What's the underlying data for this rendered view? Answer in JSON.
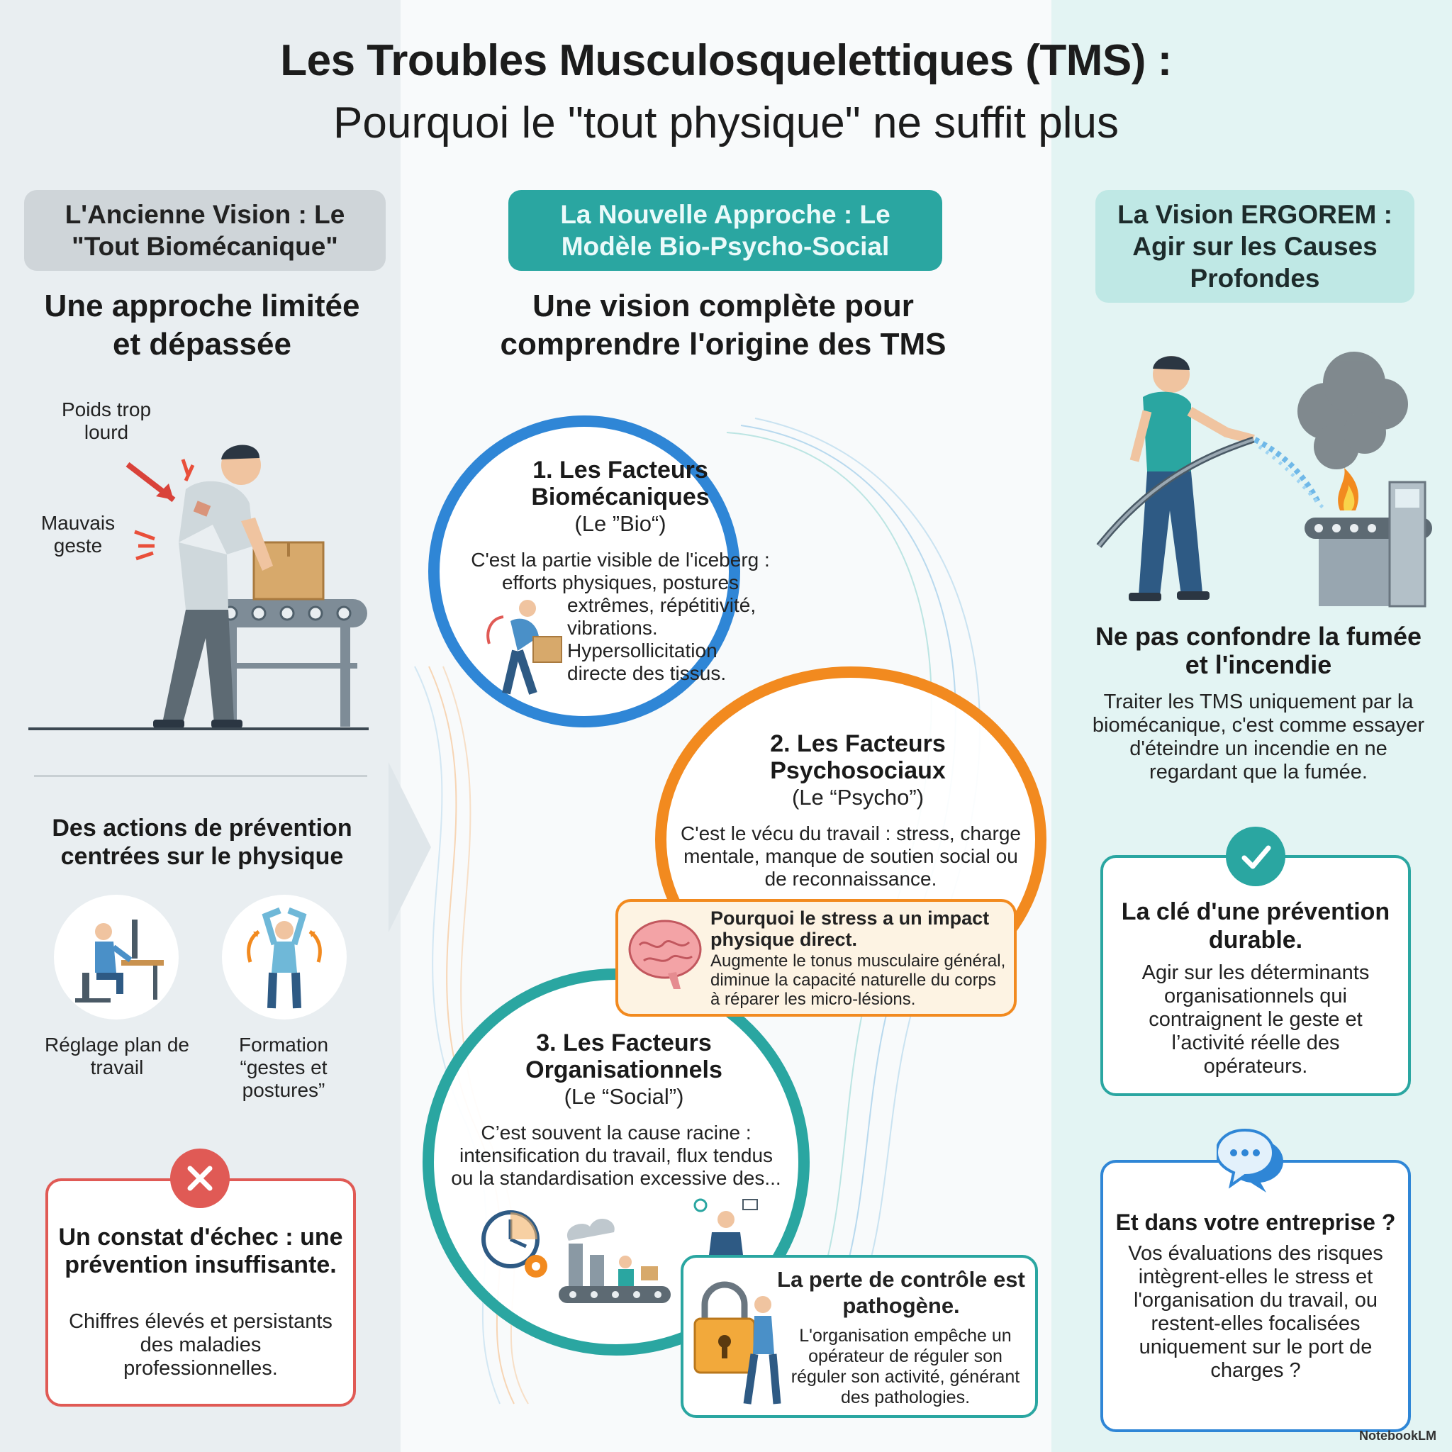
{
  "header": {
    "title": "Les Troubles Musculosquelettiques (TMS) :",
    "subtitle": "Pourquoi le \"tout physique\" ne suffit plus"
  },
  "left": {
    "pill": "L'Ancienne Vision : Le \"Tout Biomécanique\"",
    "heading": "Une approche limitée et dépassée",
    "label_weight": "Poids trop lourd",
    "label_gesture": "Mauvais geste",
    "actions_heading": "Des actions de prévention centrées sur le physique",
    "action1": "Réglage plan de travail",
    "action2": "Formation “gestes et postures”",
    "fail_title": "Un constat d'échec : une prévention insuffisante.",
    "fail_text": "Chiffres élevés et persistants des maladies professionnelles."
  },
  "middle": {
    "pill": "La Nouvelle Approche : Le Modèle Bio-Psycho-Social",
    "heading": "Une vision complète pour comprendre l'origine des TMS",
    "bio_title": "1. Les Facteurs Biomécaniques",
    "bio_sub": "(Le ”Bio“)",
    "bio_text_top": "C'est la partie visible de l'iceberg : efforts physiques, postures",
    "bio_text_side": "extrêmes, répétitivité, vibrations. Hypersollicitation directe des tissus.",
    "psy_title": "2. Les Facteurs Psychosociaux",
    "psy_sub": "(Le “Psycho”)",
    "psy_text": "C'est le vécu du travail : stress, charge mentale, manque de soutien social ou de reconnaissance.",
    "stress_title": "Pourquoi le stress a un impact physique direct.",
    "stress_text": "Augmente le tonus musculaire général, diminue la capacité naturelle du corps à réparer les micro-lésions.",
    "org_title": "3. Les Facteurs Organisationnels",
    "org_sub": "(Le “Social”)",
    "org_text": "C’est souvent la cause racine : intensification du travail, flux tendus ou la standardisation excessive des...",
    "control_title": "La perte de contrôle est pathogène.",
    "control_text": "L'organisation empêche un opérateur de réguler son réguler son activité, générant des pathologies."
  },
  "right": {
    "pill": "La Vision ERGOREM : Agir sur les Causes Profondes",
    "smoke_title": "Ne pas confondre la fumée et l'incendie",
    "smoke_text": "Traiter les TMS uniquement par la biomécanique, c'est comme essayer d'éteindre un incendie en ne regardant que la fumée.",
    "key_title": "La clé d'une prévention durable.",
    "key_text": "Agir sur les déterminants organisationnels qui contraignent le geste et l’activité réelle des opérateurs.",
    "company_title": "Et dans votre entreprise ?",
    "company_text": "Vos évaluations des risques intègrent-elles le stress et l'organisation du travail, ou restent-elles focalisées uniquement sur le port de charges ?"
  },
  "footer": {
    "brand": "NotebookLM"
  },
  "colors": {
    "teal": "#2aa6a1",
    "blue": "#2f86d6",
    "orange": "#f28a1f",
    "red": "#e05a55"
  }
}
